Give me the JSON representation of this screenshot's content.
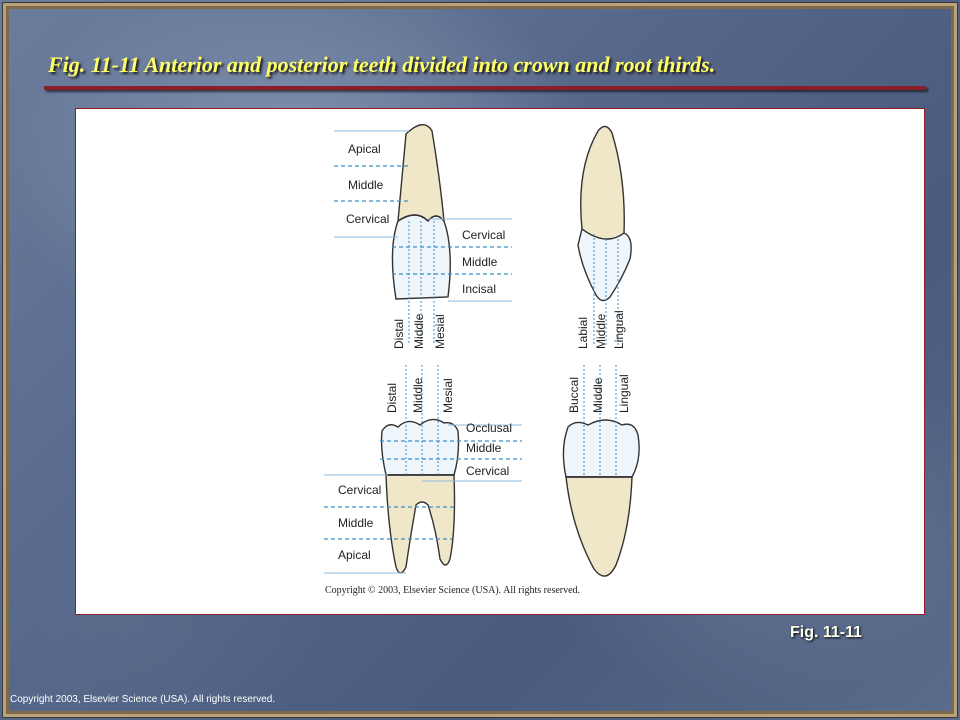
{
  "slide": {
    "title": "Fig. 11-11  Anterior and posterior teeth divided into crown and root thirds.",
    "caption": "Fig. 11-11",
    "copyright": "Copyright 2003, Elsevier Science (USA).  All rights reserved."
  },
  "figure": {
    "copyright": "Copyright © 2003, Elsevier Science (USA).  All rights reserved.",
    "anterior": {
      "root_thirds": [
        "Apical",
        "Middle",
        "Cervical"
      ],
      "crown_thirds": [
        "Cervical",
        "Middle",
        "Incisal"
      ],
      "facial_view_divisions": [
        "Distal",
        "Middle",
        "Mesial"
      ],
      "proximal_view_divisions": [
        "Labial",
        "Middle",
        "Lingual"
      ]
    },
    "posterior": {
      "facial_view_divisions": [
        "Distal",
        "Middle",
        "Mesial"
      ],
      "crown_thirds": [
        "Occlusal",
        "Middle",
        "Cervical"
      ],
      "root_thirds": [
        "Cervical",
        "Middle",
        "Apical"
      ],
      "proximal_view_divisions": [
        "Buccal",
        "Middle",
        "Lingual"
      ]
    }
  },
  "colors": {
    "root_fill": "#efe7c8",
    "crown_fill": "#eef5fb",
    "guide_line": "#3a8fc8",
    "title_text": "#ffff66",
    "title_rule": "#8c1e2a"
  }
}
